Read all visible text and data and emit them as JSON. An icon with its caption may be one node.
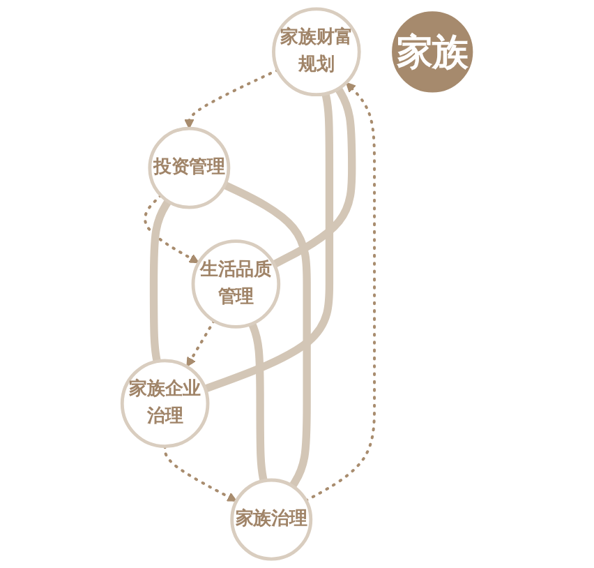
{
  "diagram": {
    "nodes": [
      {
        "text": [
          "家族财富规划"
        ]
      },
      {
        "text": [
          "家族治理"
        ]
      },
      {
        "text": [
          "投资管理"
        ]
      },
      {
        "text": [
          "家族"
        ]
      },
      {
        "text": [
          "家族企业治理"
        ]
      },
      {
        "text": [
          "生活品质管理"
        ]
      }
    ],
    "edges": [
      {
        "from": 0,
        "to": 2,
        "arrow": "to",
        "style": "dashed"
      },
      {
        "from": 2,
        "to": 5,
        "arrow": "to",
        "style": "dashed"
      },
      {
        "from": 5,
        "to": 4,
        "arrow": "to",
        "style": "dashed"
      },
      {
        "from": 4,
        "to": 1,
        "arrow": "to",
        "style": "dashed"
      },
      {
        "from": 1,
        "to": 0,
        "arrow": "to",
        "style": "dashed"
      },
      {
        "from": 0,
        "to": 4,
        "arrow": "none",
        "style": "thick"
      },
      {
        "from": 0,
        "to": 5,
        "arrow": "none",
        "style": "thick"
      },
      {
        "from": 1,
        "to": 2,
        "arrow": "none",
        "style": "thick"
      },
      {
        "from": 1,
        "to": 5,
        "arrow": "none",
        "style": "thick"
      },
      {
        "from": 2,
        "to": 4,
        "arrow": "none",
        "style": "thick"
      }
    ]
  }
}
